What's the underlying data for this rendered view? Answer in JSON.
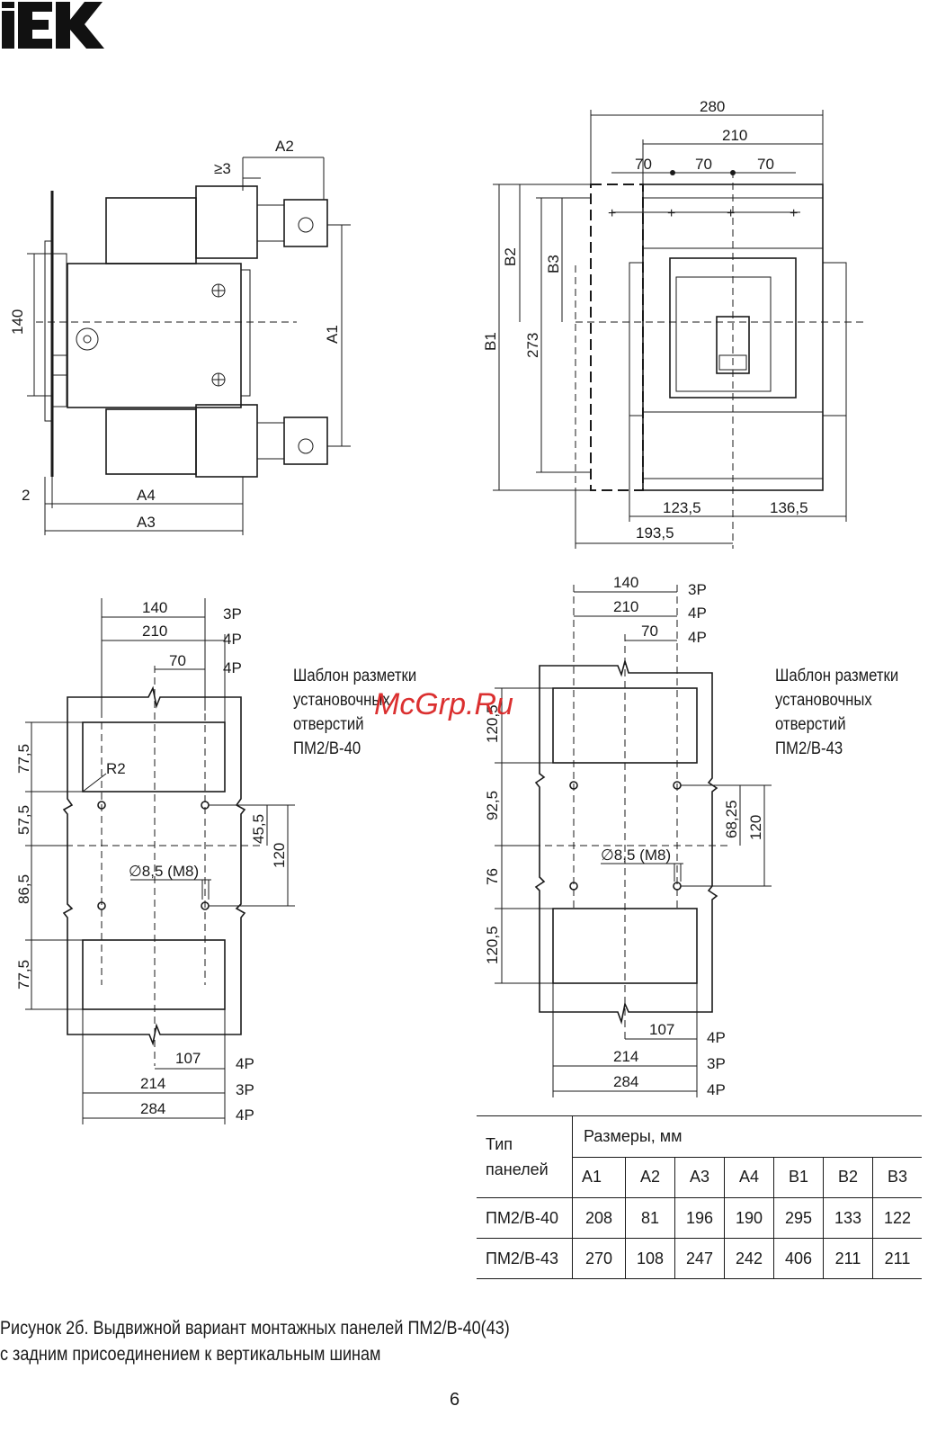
{
  "logo": {
    "text": "IEK"
  },
  "watermark": "McGrp.Ru",
  "side_view": {
    "dims": {
      "a2": "A2",
      "gap": "≥3",
      "d140": "140",
      "a1": "A1",
      "d2": "2",
      "a4": "A4",
      "a3": "A3"
    }
  },
  "front_view": {
    "dims": {
      "d280": "280",
      "d210": "210",
      "d70a": "70",
      "d70b": "70",
      "d70c": "70",
      "b2": "B2",
      "b3": "B3",
      "b1": "B1",
      "d273": "273",
      "d123": "123,5",
      "d136": "136,5",
      "d193": "193,5"
    }
  },
  "template_40": {
    "title": [
      "Шаблон разметки",
      "установочных",
      "отверстий",
      "ПМ2/В-40"
    ],
    "top": [
      {
        "value": "140",
        "poles": "3P"
      },
      {
        "value": "210",
        "poles": "4P"
      },
      {
        "value": "70",
        "poles": "4P"
      }
    ],
    "left": [
      "77,5",
      "57,5",
      "86,5",
      "77,5"
    ],
    "right": [
      "45,5",
      "120"
    ],
    "radius": "R2",
    "hole": "∅8,5 (M8)",
    "bottom": [
      {
        "value": "107",
        "poles": "4P"
      },
      {
        "value": "214",
        "poles": "3P"
      },
      {
        "value": "284",
        "poles": "4P"
      }
    ]
  },
  "template_43": {
    "title": [
      "Шаблон разметки",
      "установочных",
      "отверстий",
      "ПМ2/В-43"
    ],
    "top": [
      {
        "value": "140",
        "poles": "3P"
      },
      {
        "value": "210",
        "poles": "4P"
      },
      {
        "value": "70",
        "poles": "4P"
      }
    ],
    "left": [
      "120,5",
      "92,5",
      "76",
      "120,5"
    ],
    "right": [
      "68,25",
      "120"
    ],
    "hole": "∅8,5 (M8)",
    "bottom": [
      {
        "value": "107",
        "poles": "4P"
      },
      {
        "value": "214",
        "poles": "3P"
      },
      {
        "value": "284",
        "poles": "4P"
      }
    ]
  },
  "table": {
    "type_header": [
      "Тип",
      "панелей"
    ],
    "sizes_header": "Размеры, мм",
    "columns": [
      "A1",
      "A2",
      "A3",
      "A4",
      "B1",
      "B2",
      "B3"
    ],
    "rows": [
      {
        "type": "ПМ2/В-40",
        "values": [
          "208",
          "81",
          "196",
          "190",
          "295",
          "133",
          "122"
        ]
      },
      {
        "type": "ПМ2/В-43",
        "values": [
          "270",
          "108",
          "247",
          "242",
          "406",
          "211",
          "211"
        ]
      }
    ]
  },
  "caption": {
    "line1": "Рисунок 2б.  Выдвижной вариант монтажных панелей ПМ2/В-40(43)",
    "line2": "с задним присоединением к вертикальным шинам"
  },
  "page_number": "6"
}
